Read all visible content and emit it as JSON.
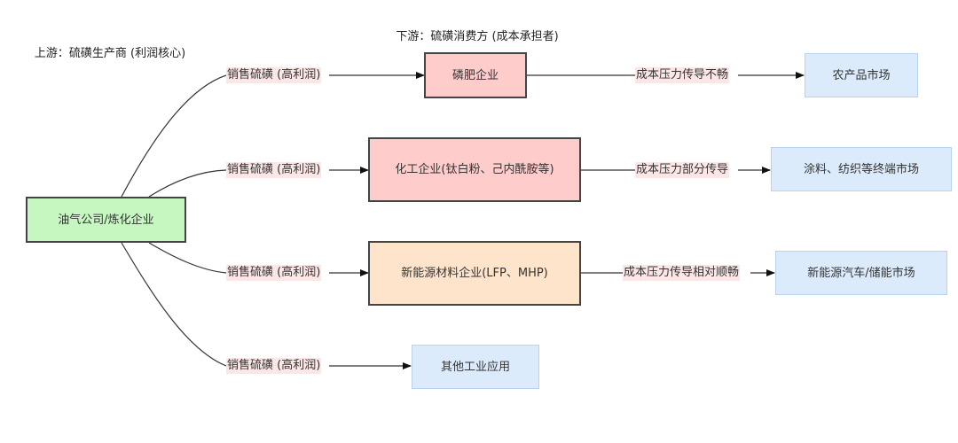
{
  "titles": {
    "upstream": "上游：硫磺生产商 (利润核心)",
    "downstream": "下游：硫磺消费方 (成本承担者)"
  },
  "colors": {
    "source_fill": "#c6f7c1",
    "red_fill": "#ffcccc",
    "orange_fill": "#ffe4cc",
    "market_fill": "#dcebfc",
    "label_bg": "#fde6e6",
    "line": "#333333"
  },
  "nodes": {
    "source": "油气公司/炼化企业",
    "phosphate": "磷肥企业",
    "chemical": "化工企业(钛白粉、己内酰胺等)",
    "new_energy": "新能源材料企业(LFP、MHP)",
    "other": "其他工业应用",
    "agri_market": "农产品市场",
    "coating_market": "涂料、纺织等终端市场",
    "ev_market": "新能源汽车/储能市场"
  },
  "edges": {
    "sell_1": "销售硫磺 (高利润)",
    "sell_2": "销售硫磺 (高利润)",
    "sell_3": "销售硫磺 (高利润)",
    "sell_4": "销售硫磺 (高利润)",
    "cost_1": "成本压力传导不畅",
    "cost_2": "成本压力部分传导",
    "cost_3": "成本压力传导相对顺畅"
  }
}
